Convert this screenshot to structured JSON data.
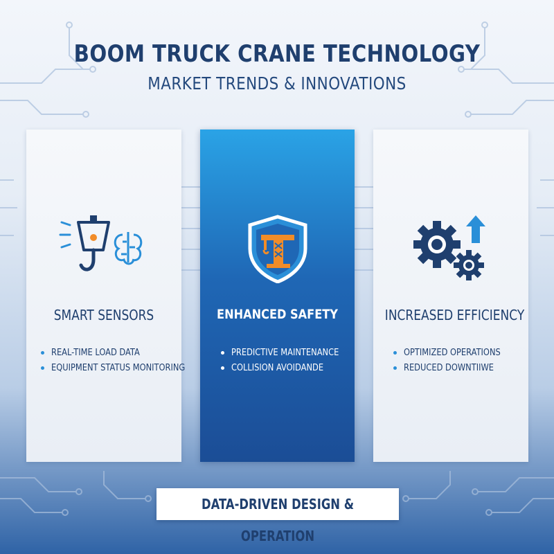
{
  "header": {
    "title": "BOOM TRUCK CRANE TECHNOLOGY",
    "subtitle": "MARKET TRENDS & INNOVATIONS"
  },
  "panels": [
    {
      "icon": "crane-hook-sensor-brain-icon",
      "title": "SMART SENSORS",
      "bullets": [
        "REAL-TIME LOAD DATA",
        "EQUIPMENT STATUS MONITORING"
      ]
    },
    {
      "icon": "crane-shield-icon",
      "title": "ENHANCED SAFETY",
      "bullets": [
        "PREDICTIVE MAINTENANCE",
        "COLLISION AVOIDANDE"
      ]
    },
    {
      "icon": "gears-arrow-up-icon",
      "title": "INCREASED EFFICIENCY",
      "bullets": [
        "OPTIMIZED OPERATIONS",
        "REDUCED DOWNTIIWE"
      ]
    }
  ],
  "footer": {
    "label": "DATA-DRIVEN DESIGN & OPERATION"
  },
  "colors": {
    "navy": "#1f3f6e",
    "accent_blue": "#2a8fd8",
    "panel_blue": "#1f67b5",
    "orange": "#f28c28"
  }
}
